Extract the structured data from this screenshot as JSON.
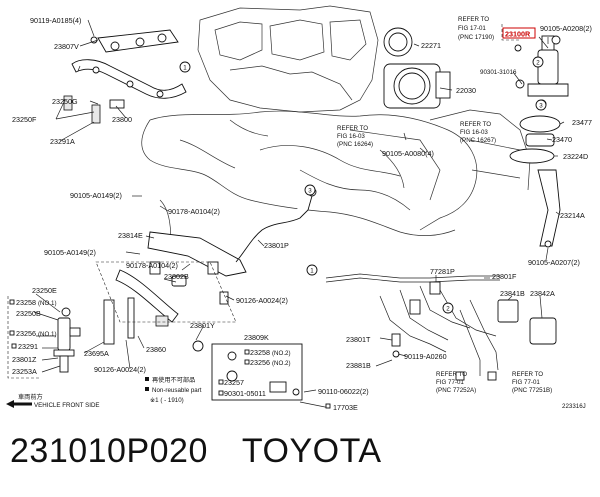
{
  "caption": {
    "part_number": "231010P020",
    "brand": "TOYOTA"
  },
  "labels": {
    "p90119_a0185": "90119-A0185(4)",
    "p23807v": "23807V",
    "p23250g": "23250G",
    "p23250f": "23250F",
    "p23800": "23800",
    "p23291a": "23291A",
    "refer_a": "REFER TO",
    "fig_17_01": "FIG 17-01",
    "pnc_17190": "(PNC 17190)",
    "p22271": "22271",
    "p23100r": "23100R",
    "p90105_a0208": "90105-A0208(2)",
    "p90301_31016": "90301-31016",
    "p22030": "22030",
    "p23477": "23477",
    "p23470": "23470",
    "refer_b": "REFER TO",
    "fig_16_03_b": "FIG 16-03",
    "pnc_16264": "(PNC 16264)",
    "refer_c": "REFER TO",
    "fig_16_03_c": "FIG 16-03",
    "pnc_16267": "(PNC 16267)",
    "p90105_a0080": "90105-A0080(4)",
    "p23224d": "23224D",
    "p23214a": "23214A",
    "p90105_a0207": "90105-A0207(2)",
    "p90105_a0149_top": "90105-A0149(2)",
    "p90178_a0104_top": "90178-A0104(2)",
    "p23814e": "23814E",
    "p90105_a0149_mid": "90105-A0149(2)",
    "p23801p": "23801P",
    "p90178_a0104_mid": "90178-A0104(2)",
    "p23802b": "23802B",
    "p90126_a0024_right": "90126-A0024(2)",
    "p77281p": "77281P",
    "p23801f": "23801F",
    "p23841b": "23841B",
    "p23842a": "23842A",
    "p23250e": "23250E",
    "p23258_no1": "23258",
    "p23258_no1_tag": "(NO.1)",
    "p23250b": "23250B",
    "p23256_no1": "23256",
    "p23256_no1_tag": "(NO.1)",
    "p23291": "23291",
    "p23801z": "23801Z",
    "p23253a": "23253A",
    "p23695a": "23695A",
    "p23860": "23860",
    "p90126_a0024_low": "90126-A0024(2)",
    "p23801y": "23801Y",
    "p23809k": "23809K",
    "p23258_no2": "23258",
    "p23258_no2_tag": "(NO.2)",
    "p23256_no2": "23256",
    "p23256_no2_tag": "(NO.2)",
    "p23257": "23257",
    "p90301_05011": "90301-05011",
    "p23801t": "23801T",
    "p90119_a0260": "90119-A0260",
    "p23881b": "23881B",
    "p90110_06022": "90110-06022(2)",
    "p17703e": "17703E",
    "refer_d": "REFER TO",
    "fig_77_01_d": "FIG 77-01",
    "pnc_77252a": "(PNC 77252A)",
    "refer_e": "REFER TO",
    "fig_77_01_e": "FIG 77-01",
    "pnc_77251b": "(PNC 77251B)",
    "legend_reuse": "再使用不可部品",
    "legend_nonreuse": "Non-reusable part",
    "legend_range": "※1   (   -   1910)",
    "vehicle_front_jp": "車両前方",
    "vehicle_front_en": "VEHICLE FRONT SIDE",
    "diagram_id": "223316J",
    "callout_1": "1",
    "callout_2": "2",
    "callout_3": "3"
  }
}
